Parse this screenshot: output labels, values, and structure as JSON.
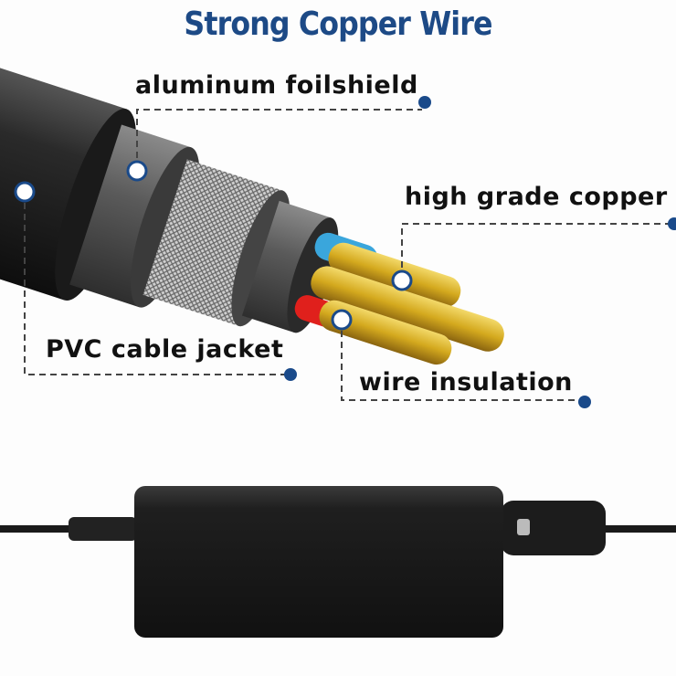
{
  "title": "Strong Copper Wire",
  "labels": {
    "foil": "aluminum foilshield",
    "copper": "high grade copper",
    "jacket": "PVC cable jacket",
    "insulation": "wire insulation"
  },
  "colors": {
    "title": "#1d4a86",
    "accent": "#1a4a8a",
    "copper": "#d9b52a",
    "blue_wire": "#3aa6dc",
    "red_wire": "#e0201c"
  }
}
